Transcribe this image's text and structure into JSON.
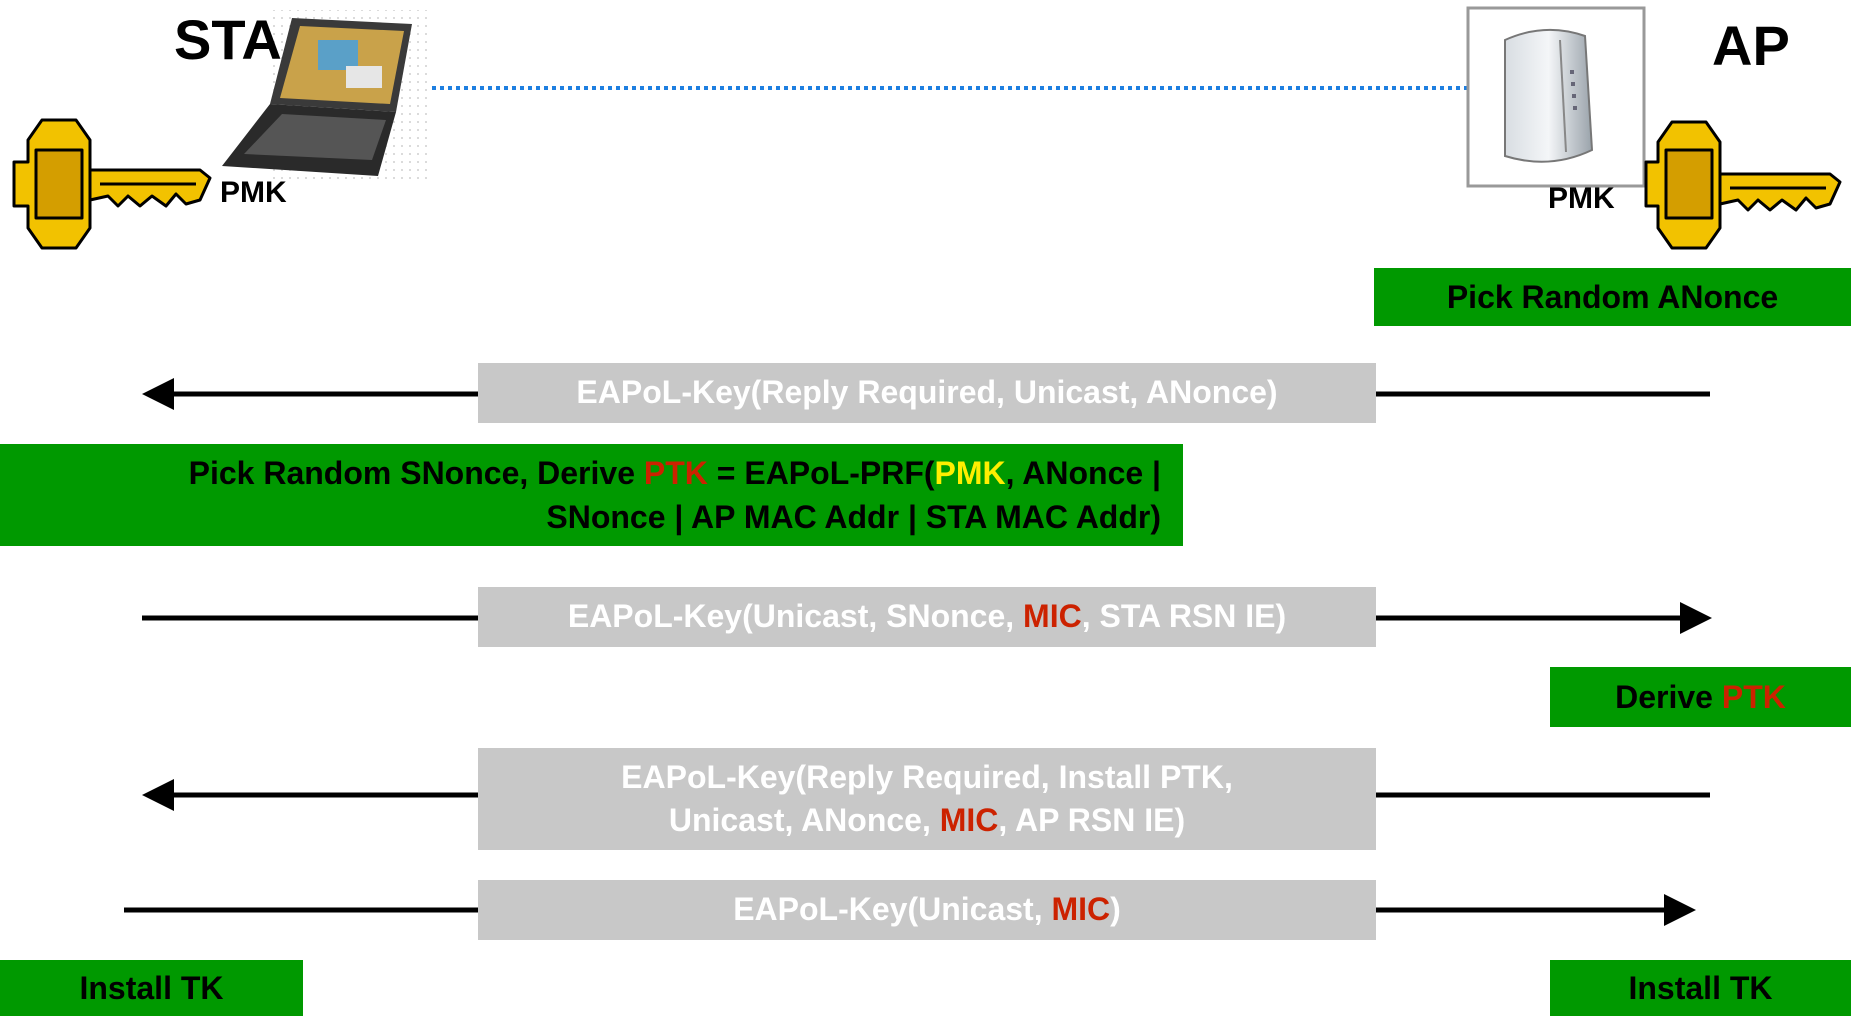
{
  "nodes": {
    "sta": {
      "label": "STA",
      "key_label": "PMK"
    },
    "ap": {
      "label": "AP",
      "key_label": "PMK"
    }
  },
  "steps": {
    "ap_pick_anonce": "Pick Random ANonce",
    "sta_derive": {
      "part1": "Pick Random SNonce, Derive ",
      "ptk": "PTK",
      "part2": " = EAPoL-PRF(",
      "pmk": "PMK",
      "part3": ", ANonce |",
      "line2": "SNonce | AP MAC Addr | STA MAC Addr)"
    },
    "ap_derive": {
      "prefix": "Derive ",
      "ptk": "PTK"
    },
    "sta_install": "Install TK",
    "ap_install": "Install TK"
  },
  "messages": {
    "msg1": "EAPoL-Key(Reply Required, Unicast, ANonce)",
    "msg2": {
      "part1": "EAPoL-Key(Unicast, SNonce, ",
      "mic": "MIC",
      "part2": ", STA RSN IE)"
    },
    "msg3": {
      "line1": "EAPoL-Key(Reply Required, Install PTK,",
      "part1": "Unicast, ANonce, ",
      "mic": "MIC",
      "part2": ", AP RSN IE)"
    },
    "msg4": {
      "part1": "EAPoL-Key(Unicast, ",
      "mic": "MIC",
      "part2": ")"
    }
  },
  "colors": {
    "step_box": "#009900",
    "message_box": "#c8c8c8",
    "highlight_red": "#cc2200",
    "highlight_yellow": "#ffee00",
    "link_line": "#1e7fe0",
    "key_gold": "#f2c200"
  }
}
